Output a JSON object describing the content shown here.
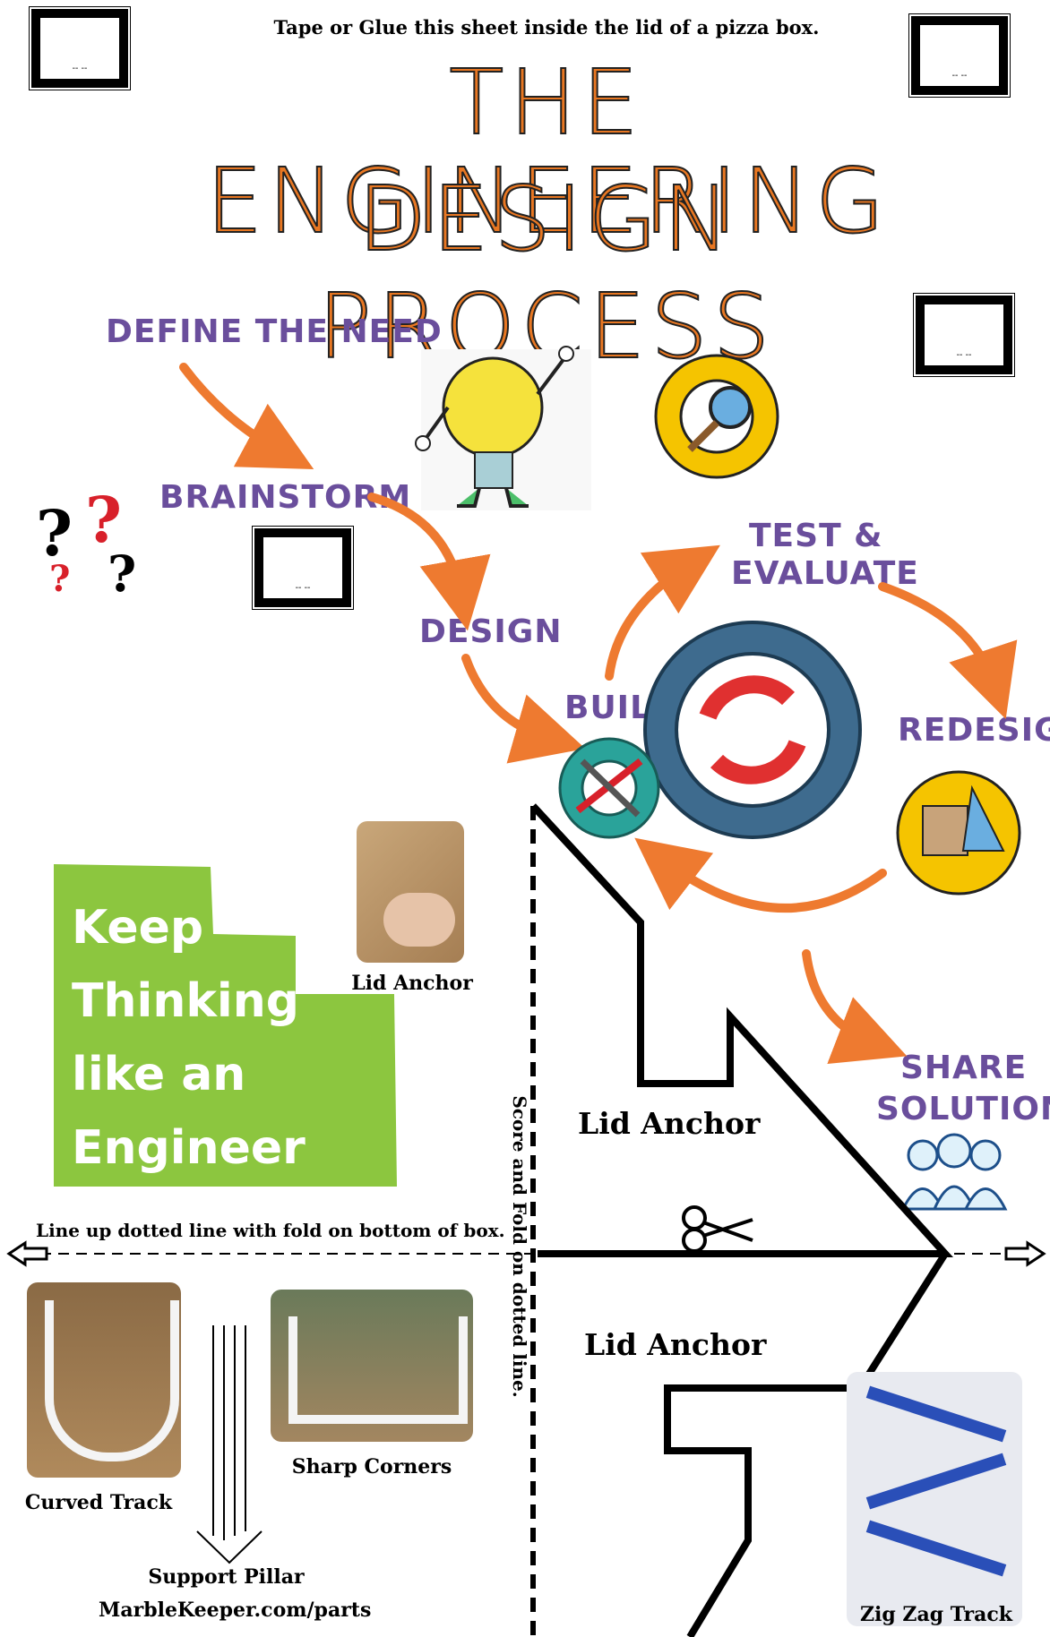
{
  "header": {
    "instruction": "Tape or Glue this sheet inside the lid of a pizza box.",
    "title_line1": "THE ENGINEERING",
    "title_line2": "DESIGN PROCESS"
  },
  "steps": {
    "define": "DEFINE THE NEED",
    "brainstorm": "BRAINSTORM",
    "design": "DESIGN",
    "build": "BUILD",
    "test_line1": "TEST &",
    "test_line2": "EVALUATE",
    "redesign": "REDESIGN",
    "share_line1": "SHARE",
    "share_line2": "SOLUTIONS"
  },
  "corner_marks": [
    "-- --",
    "-- --",
    "-- --",
    "-- --"
  ],
  "keep_thinking": [
    "Keep",
    "Thinking",
    "like an",
    "Engineer"
  ],
  "labels": {
    "lid_anchor_photo": "Lid Anchor",
    "lid_anchor_upper": "Lid Anchor",
    "lid_anchor_lower": "Lid Anchor",
    "fold_instruction": "Line up dotted line with fold on bottom of box.",
    "score_fold": "Score and Fold on dotted line.",
    "curved_track": "Curved Track",
    "sharp_corners": "Sharp Corners",
    "support_pillar": "Support Pillar",
    "website": "MarbleKeeper.com/parts",
    "zig_zag": "Zig Zag Track"
  },
  "colors": {
    "title_orange": "#e87722",
    "step_purple": "#6a4e9c",
    "arrow_orange": "#ee7a30",
    "gear_blue": "#3e6b8e",
    "gear_yellow": "#f5c400",
    "gear_teal": "#2aa39a",
    "keep_green": "#8cc63f"
  }
}
